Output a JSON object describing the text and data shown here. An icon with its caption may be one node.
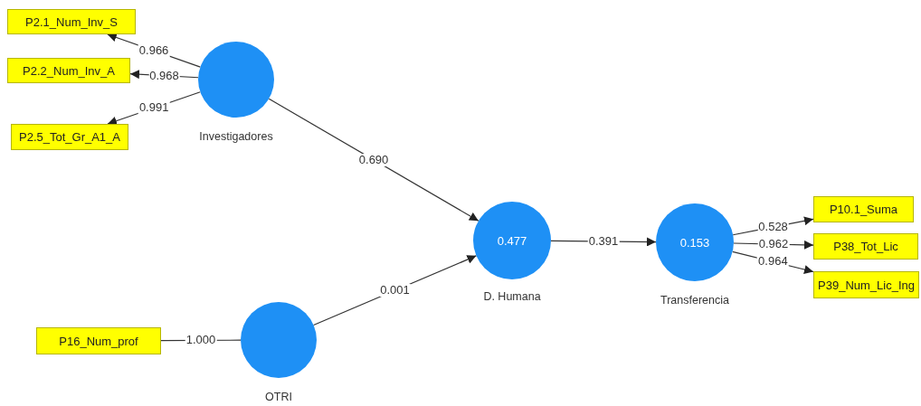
{
  "diagram": {
    "nodes": [
      {
        "text": [
          "P2.1_Num_Inv_S"
        ]
      },
      {
        "text": [
          "P2.2_Num_Inv_A"
        ]
      },
      {
        "text": [
          "P2.5_Tot_Gr_A1_A"
        ]
      },
      {
        "text": [
          "Investigadores"
        ]
      },
      {
        "text": [
          "0.477",
          "D. Humana"
        ]
      },
      {
        "text": [
          "0.153",
          "Transferencia"
        ]
      },
      {
        "text": [
          "P10.1_Suma"
        ]
      },
      {
        "text": [
          "P38_Tot_Lic"
        ]
      },
      {
        "text": [
          "P39_Num_Lic_Ing"
        ]
      },
      {
        "text": [
          "P16_Num_prof"
        ]
      },
      {
        "text": [
          "OTRI"
        ]
      }
    ],
    "edges": [
      {
        "from": 3,
        "to": 0,
        "arrow": "to",
        "label": "0.966"
      },
      {
        "from": 3,
        "to": 1,
        "arrow": "to",
        "label": "0.968"
      },
      {
        "from": 3,
        "to": 2,
        "arrow": "to",
        "label": "0.991"
      },
      {
        "from": 3,
        "to": 4,
        "arrow": "to",
        "label": "0.690"
      },
      {
        "from": 10,
        "to": 4,
        "arrow": "to",
        "label": "0.001"
      },
      {
        "from": 4,
        "to": 5,
        "arrow": "to",
        "label": "0.391"
      },
      {
        "from": 5,
        "to": 6,
        "arrow": "to",
        "label": "0.528"
      },
      {
        "from": 5,
        "to": 7,
        "arrow": "to",
        "label": "0.962"
      },
      {
        "from": 5,
        "to": 8,
        "arrow": "to",
        "label": "0.964"
      },
      {
        "from": 9,
        "to": 10,
        "arrow": "none",
        "label": "1.000"
      }
    ]
  }
}
